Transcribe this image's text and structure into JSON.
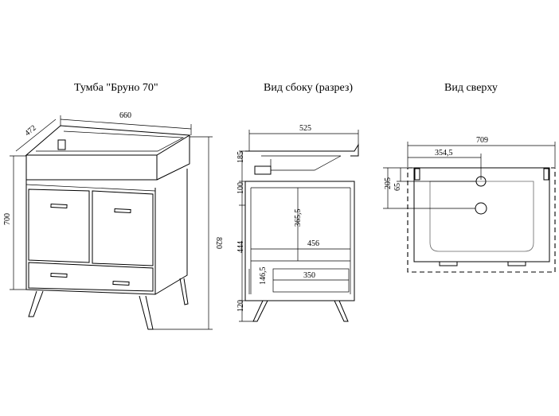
{
  "views": {
    "front": {
      "title": "Тумба \"Бруно 70\""
    },
    "side": {
      "title": "Вид сбоку (разрез)"
    },
    "top": {
      "title": "Вид сверху"
    }
  },
  "dimensions": {
    "front": {
      "width": "660",
      "depth": "472",
      "body_height": "700",
      "total_height": "820"
    },
    "side": {
      "depth": "525",
      "sink_h": "185",
      "top_h": "100",
      "inner_h": "365,5",
      "inner_w": "456",
      "middle_h": "444",
      "drawer_h": "146,5",
      "drawer_w": "350",
      "legs_h": "120"
    },
    "top": {
      "width": "709",
      "tap_x": "354,5",
      "depth": "205",
      "tap_y": "65"
    }
  }
}
